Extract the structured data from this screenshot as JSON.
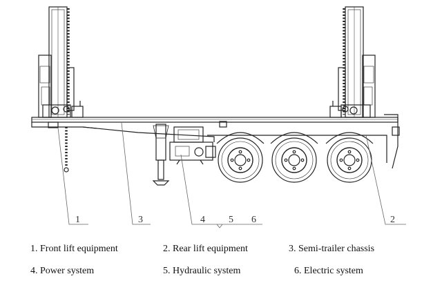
{
  "callouts": [
    "1",
    "3",
    "4",
    "5",
    "6",
    "2"
  ],
  "legend": [
    "1. Front lift equipment",
    "2. Rear lift equipment",
    "3. Semi-trailer chassis",
    "4. Power system",
    "5. Hydraulic system",
    "6. Electric system"
  ]
}
